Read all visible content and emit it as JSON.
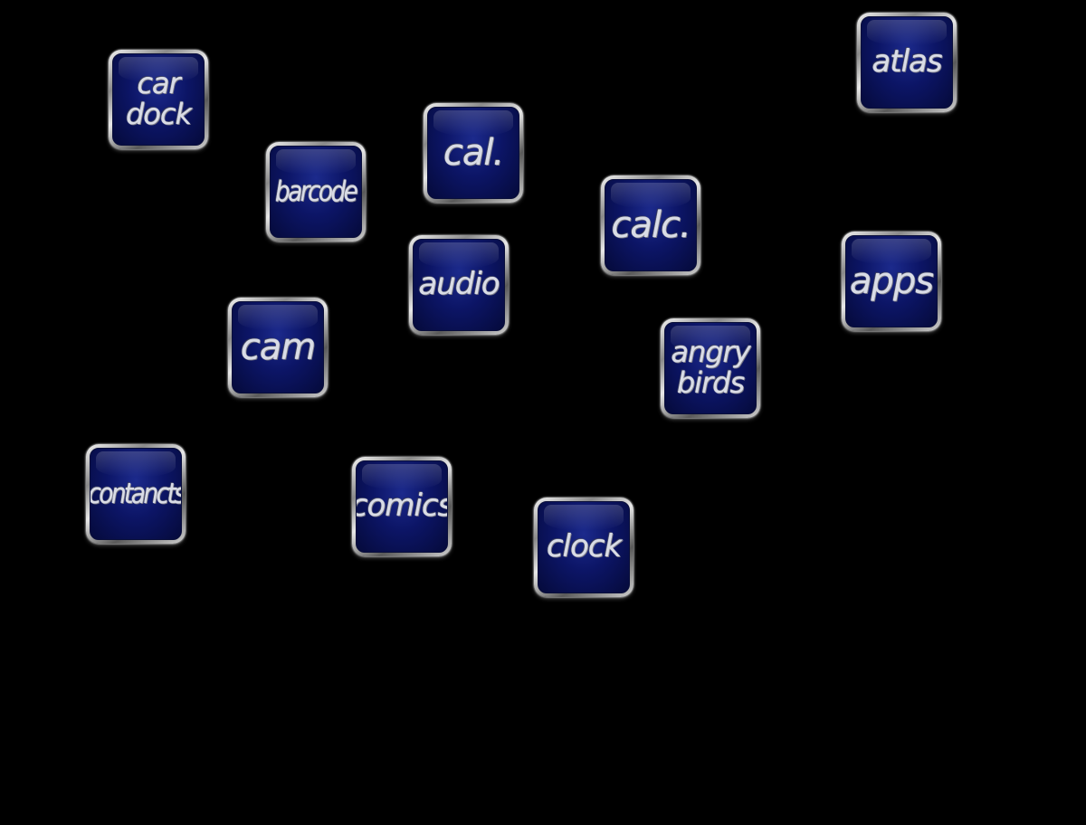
{
  "icons": {
    "car_dock": "car\ndock",
    "atlas": "atlas",
    "cal": "cal.",
    "barcode": "barcode",
    "calc": "calc.",
    "apps": "apps",
    "audio": "audio",
    "cam": "cam",
    "angry_birds": "angry\nbirds",
    "contacts": "contancts",
    "comics": "comics",
    "clock": "clock"
  },
  "colors": {
    "background": "#000000",
    "tile": "#0c1566",
    "bezel": "#c0c0c0"
  }
}
